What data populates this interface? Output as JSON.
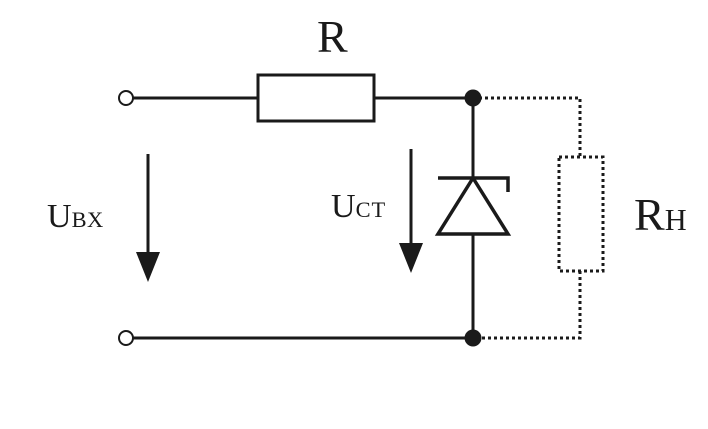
{
  "labels": {
    "resistor": "R",
    "input_voltage": {
      "main": "U",
      "sub": "ВХ"
    },
    "zener_voltage": {
      "main": "U",
      "sub": "СТ"
    },
    "load_resistor": {
      "main": "R",
      "sub": "Н"
    }
  },
  "colors": {
    "wire": "#1a1a1a",
    "background": "#ffffff"
  }
}
